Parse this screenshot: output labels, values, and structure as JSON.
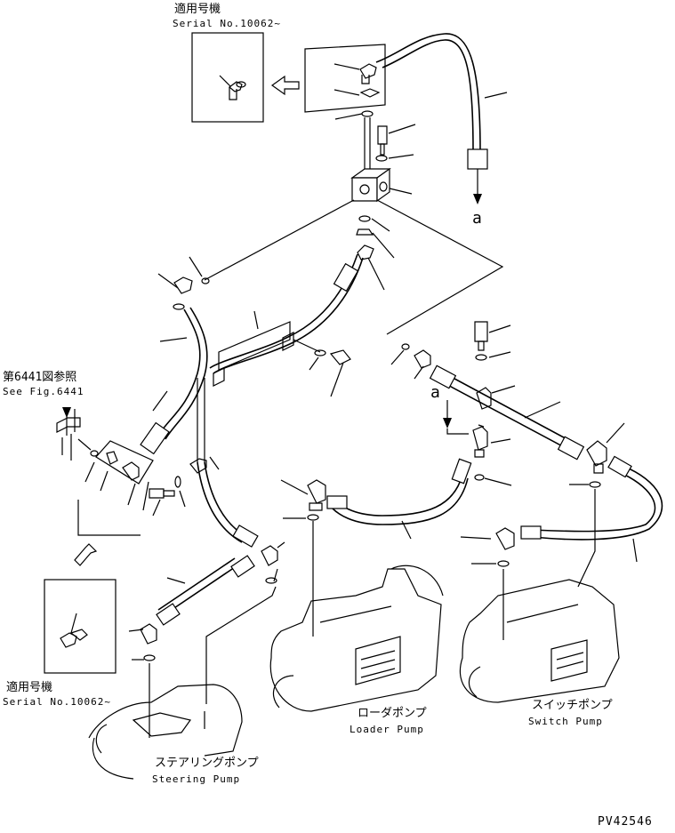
{
  "labels": {
    "top_applicable": "適用号機",
    "top_serial": "Serial No.10062~",
    "fig_ref_jp": "第6441図参照",
    "fig_ref_en": "See Fig.6441",
    "bottom_applicable": "適用号機",
    "bottom_serial": "Serial No.10062~",
    "pipe_ref_a_top": "a",
    "pipe_ref_a_mid": "a",
    "loader_pump_jp": "ローダポンプ",
    "loader_pump_en": "Loader Pump",
    "switch_pump_jp": "スイッチポンプ",
    "switch_pump_en": "Switch Pump",
    "steering_pump_jp": "ステアリングポンプ",
    "steering_pump_en": "Steering Pump",
    "drawing_number": "PV42546"
  }
}
